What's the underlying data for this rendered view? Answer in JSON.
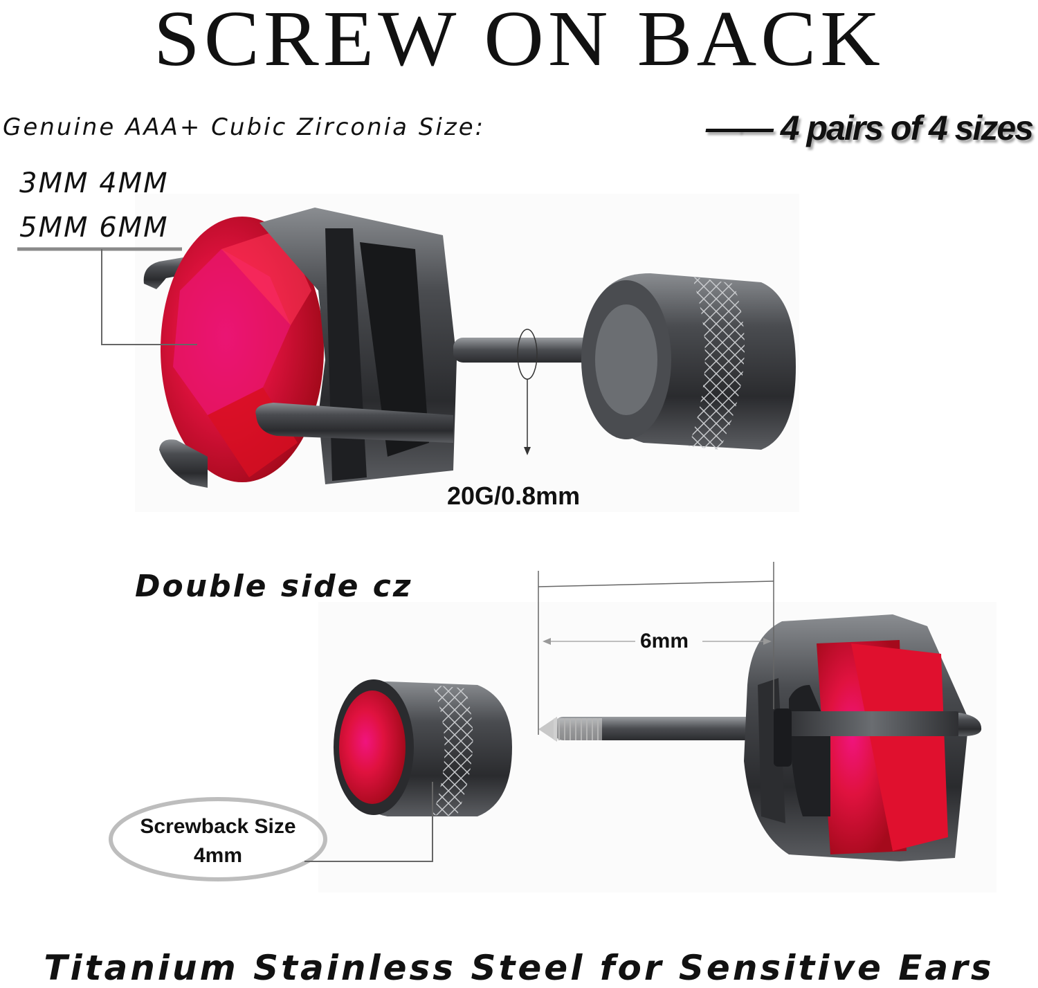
{
  "title": "SCREW ON BACK",
  "subtitle": "Genuine AAA+ Cubic Zirconia Size:",
  "tagline": "—— 4 pairs of 4 sizes",
  "sizes": {
    "row1": "3MM 4MM",
    "row2": "5MM 6MM"
  },
  "gauge_label": "20G/0.8mm",
  "double_side_label": "Double side cz",
  "length_label": "6mm",
  "screwback": {
    "line1": "Screwback Size",
    "line2": "4mm"
  },
  "footer": "Titanium Stainless Steel for Sensitive Ears",
  "colors": {
    "gem_red": "#e0102e",
    "gem_pink": "#e01377",
    "metal": "#3a3c40"
  }
}
